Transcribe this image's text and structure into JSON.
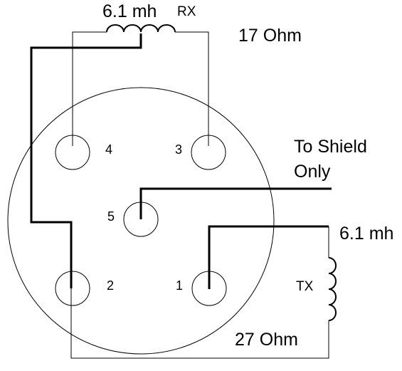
{
  "rx_coil": {
    "inductance": "6.1 mh",
    "name": "RX",
    "resistance": "17 Ohm"
  },
  "tx_coil": {
    "inductance": "6.1 mh",
    "name": "TX",
    "resistance": "27 Ohm"
  },
  "shield": {
    "line1": "To Shield",
    "line2": "Only"
  },
  "pins": [
    "1",
    "2",
    "3",
    "4",
    "5"
  ],
  "colors": {
    "stroke": "#000000",
    "background": "#ffffff"
  }
}
